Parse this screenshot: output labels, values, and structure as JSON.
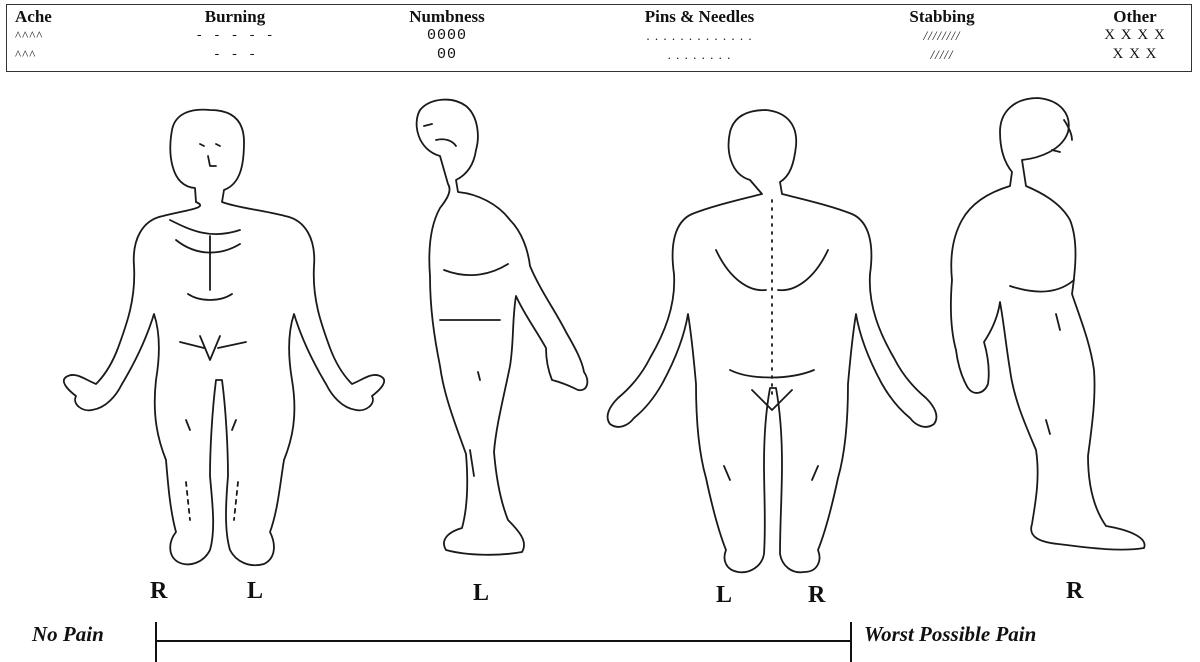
{
  "legend": {
    "items": [
      {
        "heading": "Ache",
        "severe": "^^^^",
        "mild": "^^^"
      },
      {
        "heading": "Burning",
        "severe": "- - - - -",
        "mild": "- - -"
      },
      {
        "heading": "Numbness",
        "severe": "0000",
        "mild": "00"
      },
      {
        "heading": "Pins & Needles",
        "severe": ". . . . . . . . . . . . .",
        "mild": ". . . . . . . ."
      },
      {
        "heading": "Stabbing",
        "severe": "////////",
        "mild": "/////"
      },
      {
        "heading": "Other",
        "severe": "X X X X",
        "mild": "X X X"
      }
    ]
  },
  "body_labels": {
    "front_right": "R",
    "front_left": "L",
    "left_side": "L",
    "back_left": "L",
    "back_right": "R",
    "right_side": "R"
  },
  "pain_scale": {
    "min_label": "No Pain",
    "max_label": "Worst Possible Pain"
  }
}
